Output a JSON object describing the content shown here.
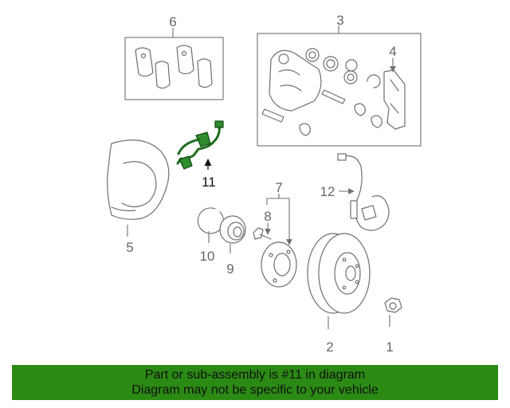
{
  "callouts": {
    "c1": "1",
    "c2": "2",
    "c3": "3",
    "c4": "4",
    "c5": "5",
    "c6": "6",
    "c7": "7",
    "c8": "8",
    "c9": "9",
    "c10": "10",
    "c11": "11",
    "c12": "12"
  },
  "highlight": {
    "part_number": "11",
    "color": "#2b8a14"
  },
  "banner": {
    "line1": "Part or sub-assembly is #11 in diagram",
    "line2": "Diagram may not be specific to your vehicle",
    "background": "#2b8a14"
  }
}
